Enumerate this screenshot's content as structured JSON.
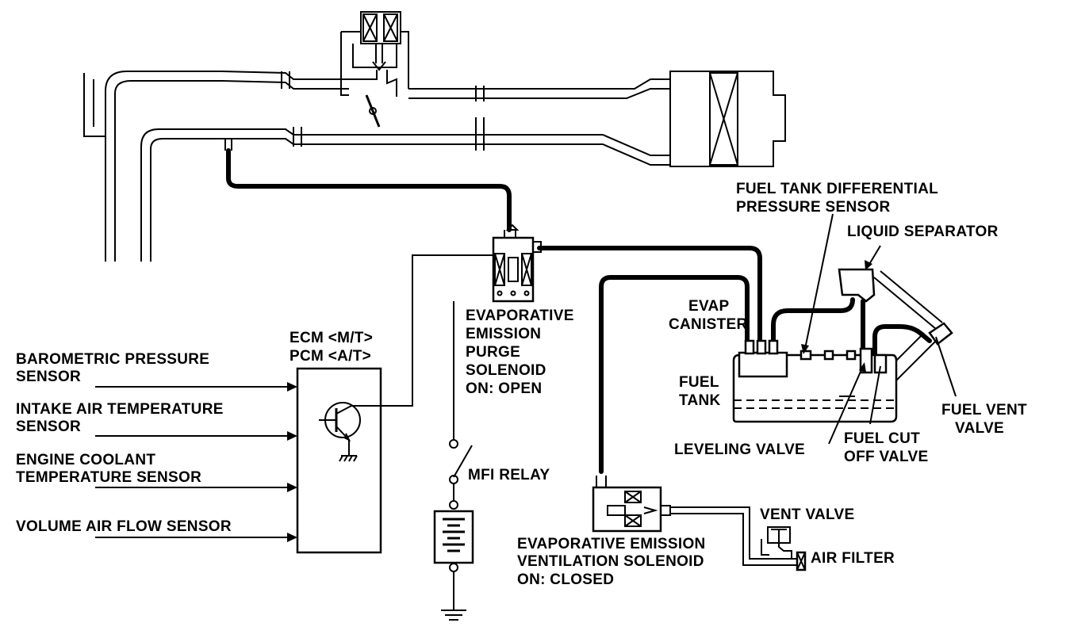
{
  "labels": {
    "fuel_tank_diff_sensor": [
      "FUEL TANK DIFFERENTIAL",
      "PRESSURE SENSOR"
    ],
    "liquid_separator": "LIQUID SEPARATOR",
    "evap_purge_solenoid": [
      "EVAPORATIVE",
      "EMISSION",
      "PURGE",
      "SOLENOID",
      "ON: OPEN"
    ],
    "ecm": "ECM <M/T>",
    "pcm": "PCM <A/T>",
    "barometric_sensor": [
      "BAROMETRIC PRESSURE",
      "SENSOR"
    ],
    "intake_air_temp_sensor": [
      "INTAKE AIR TEMPERATURE",
      "SENSOR"
    ],
    "coolant_temp_sensor": [
      "ENGINE COOLANT",
      "TEMPERATURE SENSOR"
    ],
    "volume_air_flow_sensor": "VOLUME AIR FLOW SENSOR",
    "evap_canister": [
      "EVAP",
      "CANISTER"
    ],
    "fuel_tank": [
      "FUEL",
      "TANK"
    ],
    "fuel_vent_valve": [
      "FUEL VENT",
      "VALVE"
    ],
    "leveling_valve": "LEVELING VALVE",
    "fuel_cut_off_valve": [
      "FUEL CUT",
      "OFF VALVE"
    ],
    "mfi_relay": "MFI RELAY",
    "vent_valve": "VENT VALVE",
    "air_filter": "AIR FILTER",
    "evap_vent_solenoid": [
      "EVAPORATIVE EMISSION",
      "VENTILATION SOLENOID",
      "ON: CLOSED"
    ]
  }
}
